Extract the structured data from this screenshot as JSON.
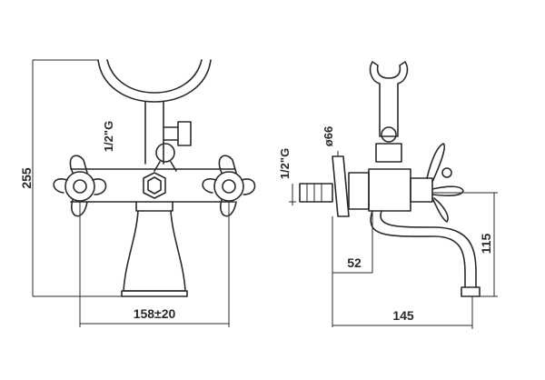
{
  "drawing": {
    "dim_height_total": "255",
    "dim_inlet_thread_front": "1/2\"G",
    "dim_centres": "158±20",
    "dim_inlet_thread_side": "1/2\"G",
    "dim_flange_diameter": "ø66",
    "dim_spout_height": "115",
    "dim_spout_offset": "52",
    "dim_spout_projection": "145"
  }
}
